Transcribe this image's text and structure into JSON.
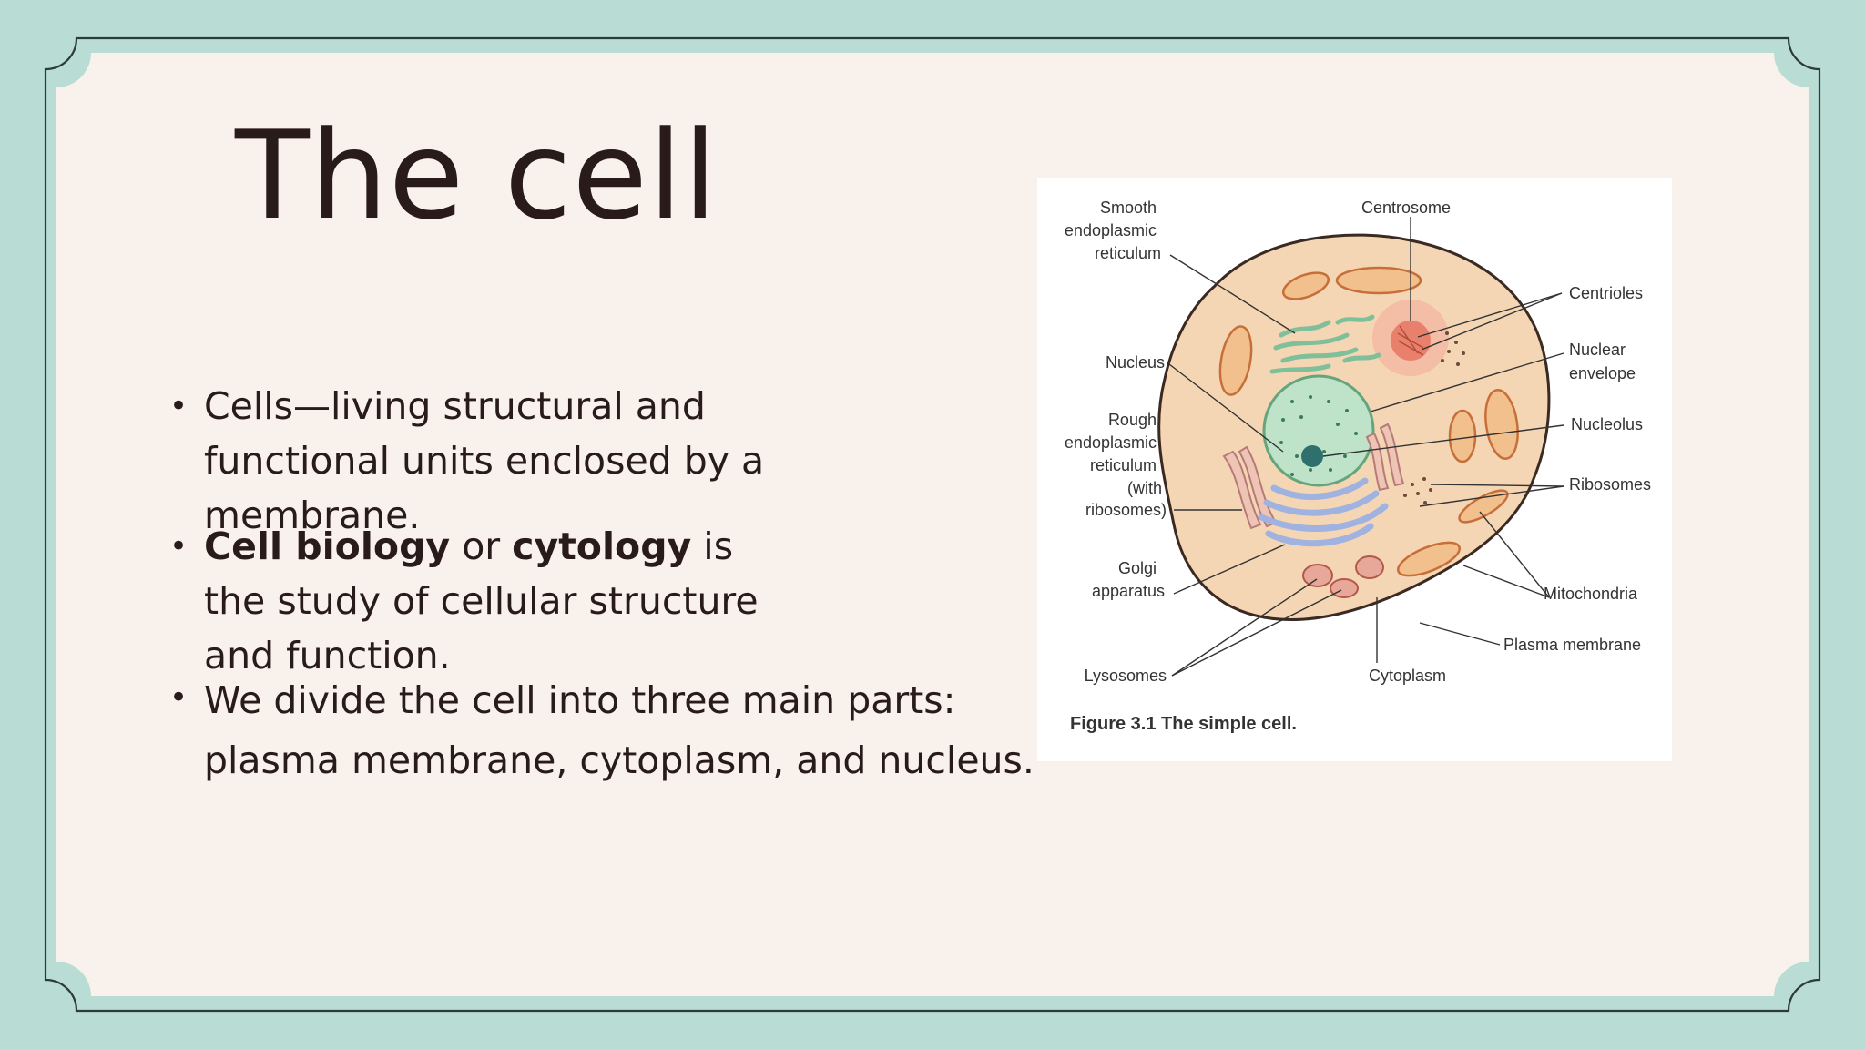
{
  "slide": {
    "title": "The cell",
    "bullets": [
      {
        "parts": [
          {
            "text": "Cells—living structural and functional units enclosed by a membrane.",
            "bold": false
          }
        ]
      },
      {
        "parts": [
          {
            "text": "Cell biology",
            "bold": true
          },
          {
            "text": " or ",
            "bold": false
          },
          {
            "text": "cytology",
            "bold": true
          },
          {
            "text": " is the study of cellular structure and function.",
            "bold": false
          }
        ]
      },
      {
        "parts": [
          {
            "text": "We divide the cell into three main parts: plasma membrane, cytoplasm, and nucleus.",
            "bold": false
          }
        ]
      }
    ],
    "bullet_glyph": "•"
  },
  "figure": {
    "labels": {
      "smooth_er": [
        "Smooth",
        "endoplasmic",
        "reticulum"
      ],
      "centrosome": "Centrosome",
      "centrioles": "Centrioles",
      "nucleus": "Nucleus",
      "nuclear_envelope": [
        "Nuclear",
        "envelope"
      ],
      "rough_er": [
        "Rough",
        "endoplasmic",
        "reticulum",
        "(with",
        "ribosomes)"
      ],
      "nucleolus": "Nucleolus",
      "ribosomes": "Ribosomes",
      "golgi": [
        "Golgi",
        "apparatus"
      ],
      "mitochondria": "Mitochondria",
      "plasma_membrane": "Plasma membrane",
      "lysosomes": "Lysosomes",
      "cytoplasm": "Cytoplasm"
    },
    "caption": "Figure 3.1  The simple cell."
  },
  "colors": {
    "background": "#b9dcd4",
    "panel": "#f8f1ec",
    "frame_line": "#2c3a3a",
    "text": "#2a1b1b",
    "cell_fill": "#f5d6b4",
    "nucleus_fill": "#bfe3c8",
    "mitochondria": "#e7a56f",
    "golgi": "#9fb2e0",
    "centrosome": "#e9806b"
  }
}
